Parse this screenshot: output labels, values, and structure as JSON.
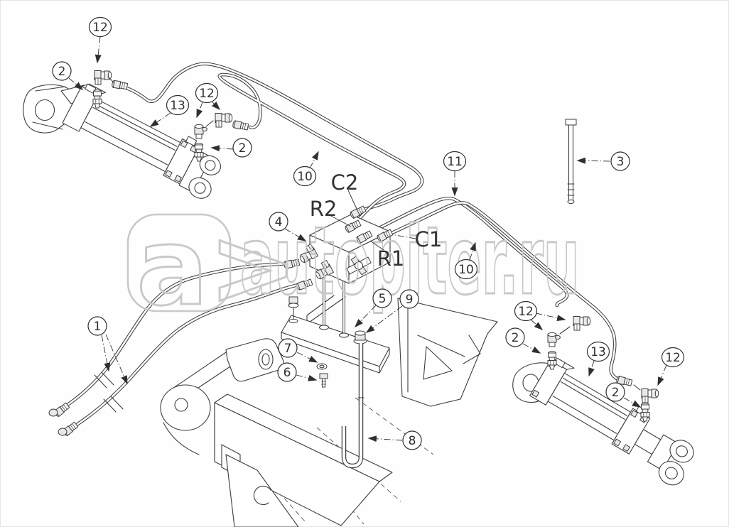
{
  "colors": {
    "background": "#ffffff",
    "line": "#3d3d3d",
    "callout_text": "#2f2f2f",
    "watermark": "#c9c9c9"
  },
  "watermark": {
    "logo_text": "a>",
    "site_text": "autopiter.ru"
  },
  "port_labels": [
    {
      "text": "C2"
    },
    {
      "text": "R2"
    },
    {
      "text": "C1"
    },
    {
      "text": "R1"
    }
  ],
  "callouts": [
    {
      "id": "12-left-top",
      "number": "12"
    },
    {
      "id": "2-left-top",
      "number": "2"
    },
    {
      "id": "13-left",
      "number": "13"
    },
    {
      "id": "12-left-mid",
      "number": "12"
    },
    {
      "id": "2-left-mid",
      "number": "2"
    },
    {
      "id": "10-upper",
      "number": "10"
    },
    {
      "id": "11",
      "number": "11"
    },
    {
      "id": "3",
      "number": "3"
    },
    {
      "id": "4",
      "number": "4"
    },
    {
      "id": "10-lower",
      "number": "10"
    },
    {
      "id": "5",
      "number": "5"
    },
    {
      "id": "9",
      "number": "9"
    },
    {
      "id": "1",
      "number": "1"
    },
    {
      "id": "7",
      "number": "7"
    },
    {
      "id": "6",
      "number": "6"
    },
    {
      "id": "8",
      "number": "8"
    },
    {
      "id": "12-right-upper",
      "number": "12"
    },
    {
      "id": "2-right-upper",
      "number": "2"
    },
    {
      "id": "13-right",
      "number": "13"
    },
    {
      "id": "12-right-lower",
      "number": "12"
    },
    {
      "id": "2-right-lower",
      "number": "2"
    }
  ]
}
